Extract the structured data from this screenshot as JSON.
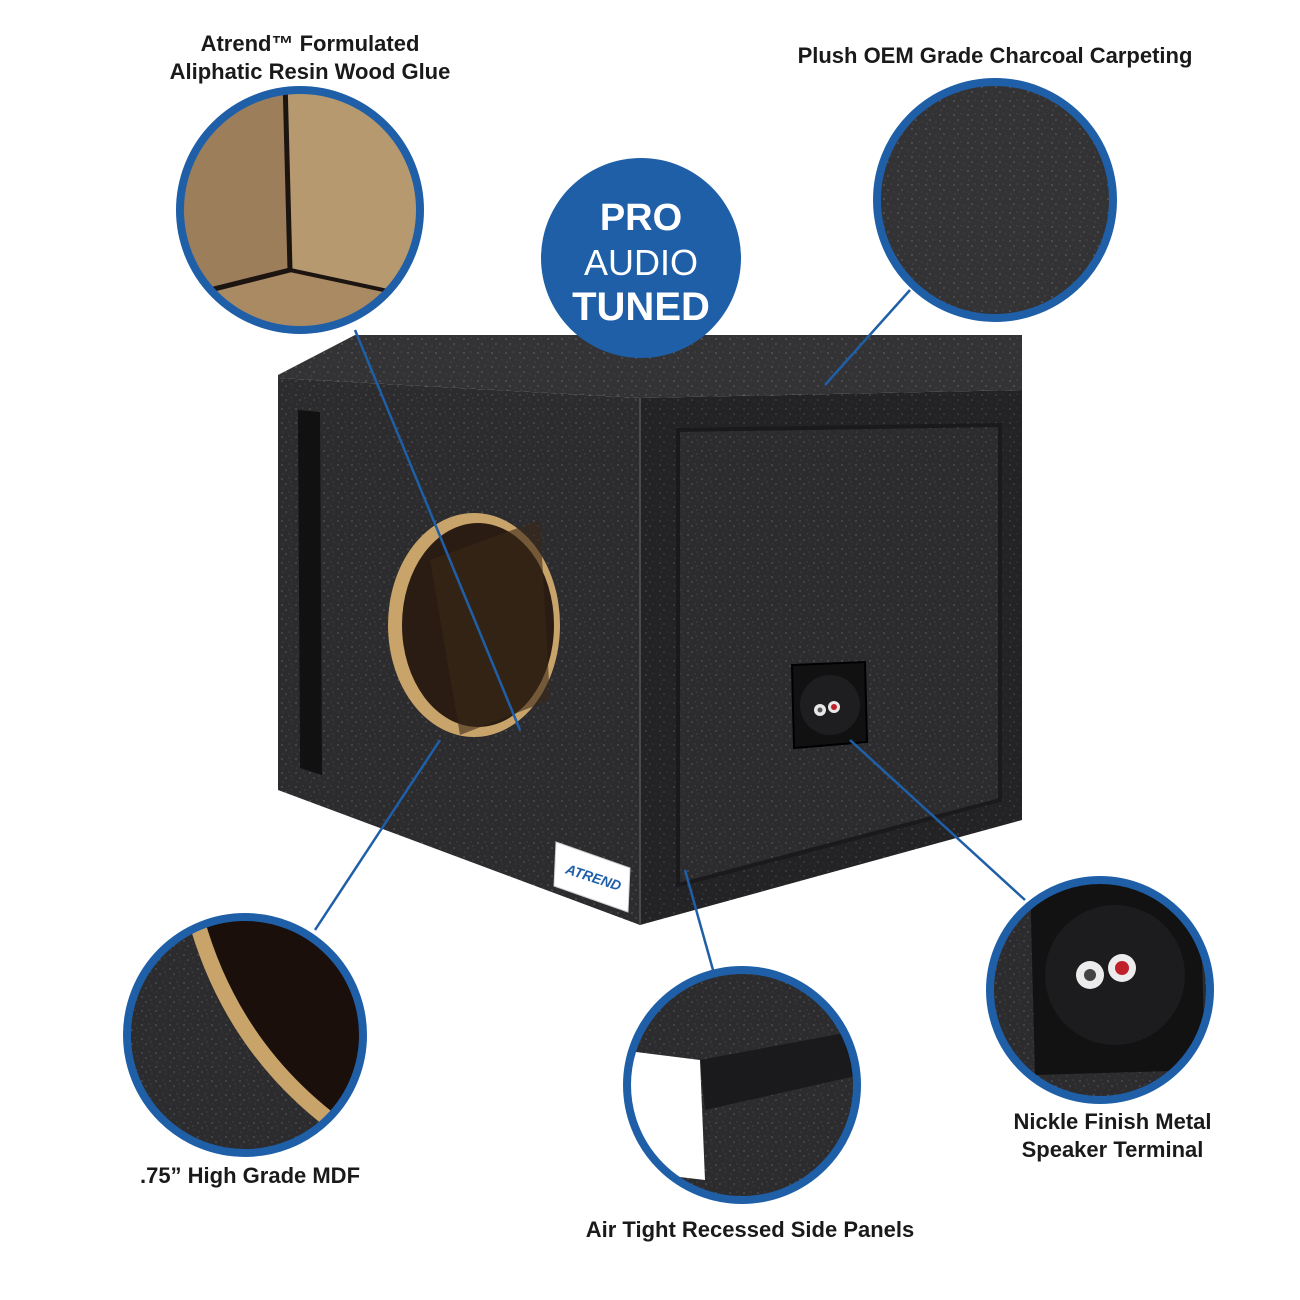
{
  "callouts": {
    "glue": {
      "line1": "Atrend™ Formulated",
      "line2": "Aliphatic Resin Wood Glue"
    },
    "carpet": {
      "line1": "Plush OEM Grade Charcoal Carpeting"
    },
    "mdf": {
      "line1": ".75” High Grade MDF"
    },
    "panels": {
      "line1": "Air Tight Recessed Side Panels"
    },
    "terminal": {
      "line1": "Nickle Finish Metal",
      "line2": "Speaker Terminal"
    }
  },
  "badge": {
    "line1": "PRO",
    "line2": "AUDIO",
    "line3": "TUNED"
  },
  "logo": {
    "text": "ATREND"
  },
  "colors": {
    "accent_blue": "#1f5fa8",
    "carpet": "#2e2e30",
    "mdf": "#c9a46a",
    "background": "#ffffff"
  }
}
